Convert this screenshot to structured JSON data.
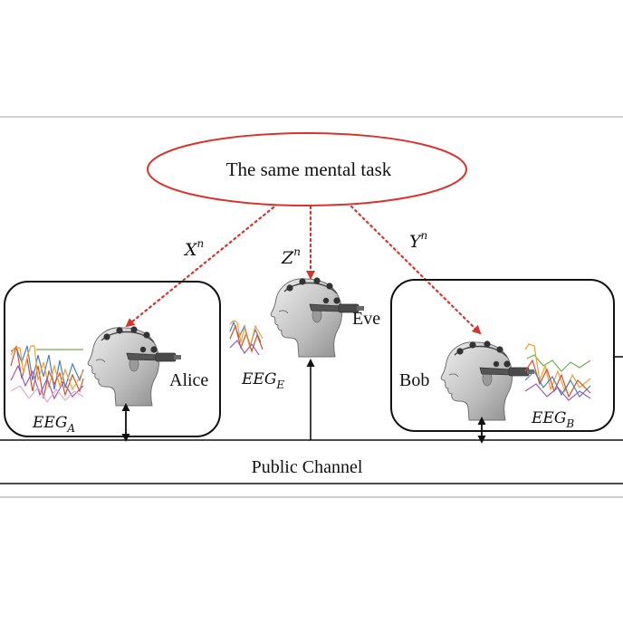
{
  "task": {
    "label": "The same mental task"
  },
  "signals": {
    "x": "X",
    "z": "Z",
    "y": "Y",
    "sup": "n"
  },
  "parties": {
    "alice": "Alice",
    "eve": "Eve",
    "bob": "Bob"
  },
  "eeg": {
    "base": "EEG",
    "alice_sub": "A",
    "eve_sub": "E",
    "bob_sub": "B"
  },
  "channel": {
    "label": "Public Channel"
  },
  "colors": {
    "task_ellipse": "#d9342b",
    "arrow_dotted": "#d9342b",
    "box_stroke": "#111111"
  }
}
